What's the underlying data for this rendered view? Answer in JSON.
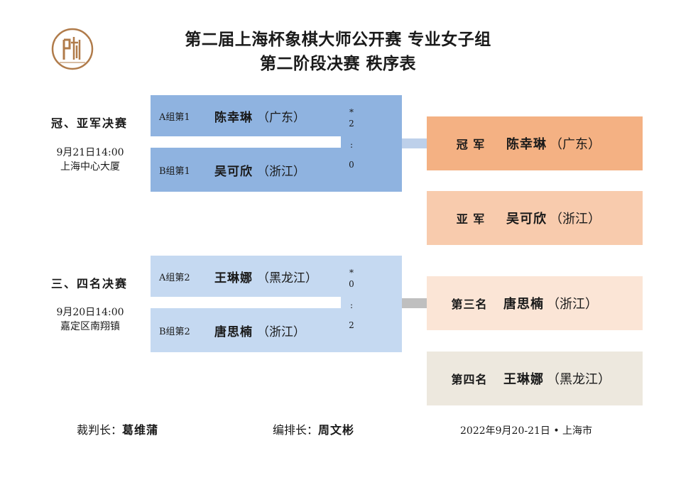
{
  "title_line1": "第二届上海杯象棋大师公开赛  专业女子组",
  "title_line2": "第二阶段决赛  秩序表",
  "rounds": [
    {
      "label": "冠、亚军决赛",
      "date": "9月21日14:00",
      "venue": "上海中心大厦",
      "top_seed": "A组第1",
      "top_name": "陈幸琳",
      "top_prov": "（广东）",
      "bottom_seed": "B组第1",
      "bottom_name": "吴可欣",
      "bottom_prov": "（浙江）",
      "score": [
        "*",
        "2",
        ":",
        "0"
      ]
    },
    {
      "label": "三、四名决赛",
      "date": "9月20日14:00",
      "venue": "嘉定区南翔镇",
      "top_seed": "A组第2",
      "top_name": "王琳娜",
      "top_prov": "（黑龙江）",
      "bottom_seed": "B组第2",
      "bottom_name": "唐思楠",
      "bottom_prov": "（浙江）",
      "score": [
        "*",
        "0",
        ":",
        "2"
      ]
    }
  ],
  "results": [
    {
      "label": "冠  军",
      "name": "陈幸琳",
      "prov": "（广东）",
      "color": "#f4b183"
    },
    {
      "label": "亚  军",
      "name": "吴可欣",
      "prov": "（浙江）",
      "color": "#f8cbad"
    },
    {
      "label": "第三名",
      "name": "唐思楠",
      "prov": "（浙江）",
      "color": "#fbe5d6"
    },
    {
      "label": "第四名",
      "name": "王琳娜",
      "prov": "（黑龙江）",
      "color": "#ede8de"
    }
  ],
  "footer": {
    "referee_label": "裁判长：",
    "referee_name": "葛维蒲",
    "arranger_label": "编排长：",
    "arranger_name": "周文彬",
    "date_place": "2022年9月20-21日 • 上海市"
  },
  "colors": {
    "final_match": "#8fb3e0",
    "bronze_match": "#c5d9f1",
    "connector_final": "#bdd0ea",
    "connector_bronze": "#bfbfbf",
    "logo": "#b07b4a"
  }
}
